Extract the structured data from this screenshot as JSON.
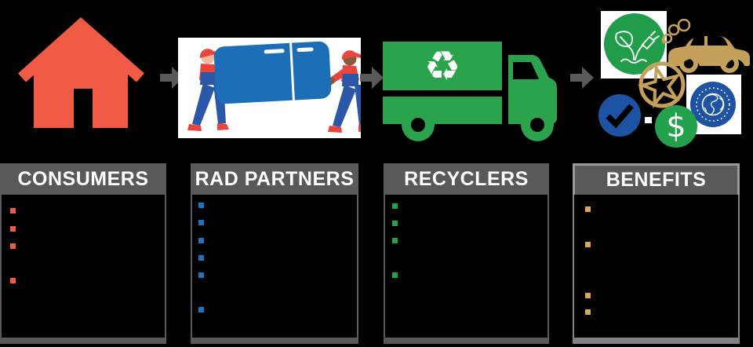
{
  "canvas": {
    "background": "#000000"
  },
  "flow": {
    "arrow_color": "#58595B",
    "stages": [
      "consumers",
      "rad-partners",
      "recyclers",
      "benefits"
    ]
  },
  "panels": [
    {
      "title": "CONSUMERS",
      "header_bg": "#58595B",
      "header_text_color": "#FFFFFF",
      "frame_color": "#58595B",
      "bullet_color": "#F15B45",
      "bullet_count": 4
    },
    {
      "title": "RAD PARTNERS",
      "header_bg": "#58595B",
      "header_text_color": "#FFFFFF",
      "frame_color": "#58595B",
      "bullet_color": "#1B74BC",
      "bullet_count": 6
    },
    {
      "title": "RECYCLERS",
      "header_bg": "#58595B",
      "header_text_color": "#FFFFFF",
      "frame_color": "#58595B",
      "bullet_color": "#23A14C",
      "bullet_count": 4
    },
    {
      "title": "BENEFITS",
      "header_bg": "#58595B",
      "header_text_color": "#FFFFFF",
      "frame_color": "#808285",
      "bullet_color": "#D9A855",
      "bullet_count": 4
    }
  ],
  "icons": {
    "house": {
      "color": "#F15B45"
    },
    "movers": {
      "background": "#FFFFFF",
      "refrigerator_color": "#1C6FB6",
      "uniform_red": "#E8453C",
      "uniform_blue": "#2B57A8"
    },
    "truck": {
      "color": "#2AA34C",
      "recycle_symbol": "♻"
    },
    "benefits_cluster": {
      "leaf_plug_circle_color": "#209C4B",
      "car_color": "#C5A05B",
      "star_color": "#C5A05B",
      "check_circle_color": "#1E53A3",
      "dollar_circle_color": "#23A14C",
      "dollar_sign": "$",
      "globe_circle_color": "#1E53A3"
    }
  }
}
